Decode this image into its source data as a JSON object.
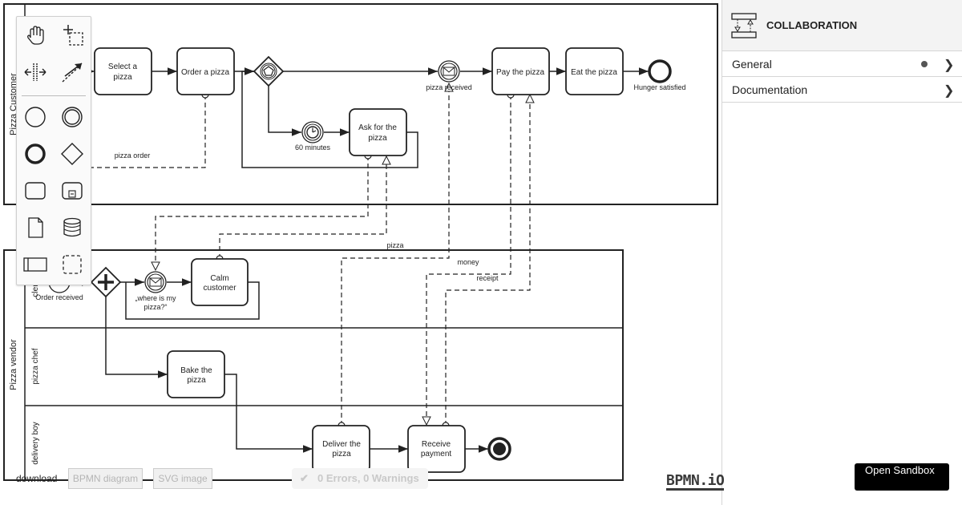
{
  "diagram": {
    "pools": {
      "customer": "Pizza Customer",
      "vendor": "Pizza vendor"
    },
    "lanes": {
      "clerk": "clerk",
      "chef": "pizza chef",
      "delivery": "delivery boy"
    },
    "tasks": {
      "select_pizza": [
        "Select a",
        "pizza"
      ],
      "order_pizza": [
        "Order a pizza"
      ],
      "ask_pizza": [
        "Ask for the",
        "pizza"
      ],
      "pay_pizza": [
        "Pay the pizza"
      ],
      "eat_pizza": [
        "Eat the pizza"
      ],
      "calm_customer": [
        "Calm",
        "customer"
      ],
      "bake_pizza": [
        "Bake the",
        "pizza"
      ],
      "deliver_pizza": [
        "Deliver the",
        "pizza"
      ],
      "receive_payment": [
        "Receive",
        "payment"
      ]
    },
    "events": {
      "pizza_received": "pizza received",
      "hunger_satisfied": "Hunger satisfied",
      "timer_60": "60 minutes",
      "order_received": "Order received",
      "where_is_pizza": [
        "„where is my",
        "pizza?“"
      ]
    },
    "message_flows": {
      "pizza_order": "pizza order",
      "pizza": "pizza",
      "money": "money",
      "receipt": "receipt"
    }
  },
  "palette": {
    "tools": [
      "hand-tool",
      "lasso-tool",
      "space-tool",
      "connect-tool",
      "start-event",
      "intermediate-event",
      "end-event",
      "gateway",
      "task",
      "subprocess",
      "data-object",
      "data-store",
      "pool",
      "group"
    ]
  },
  "properties_panel": {
    "title": "COLLABORATION",
    "groups": [
      {
        "label": "General",
        "has_entries": true
      },
      {
        "label": "Documentation",
        "has_entries": false
      }
    ]
  },
  "footer": {
    "download_label": "download",
    "bpmn_button": "BPMN diagram",
    "svg_button": "SVG image",
    "lint_status": "0 Errors, 0 Warnings",
    "brand": "BPMN.iO",
    "sandbox_button": "Open Sandbox"
  },
  "colors": {
    "stroke": "#222222",
    "panel_header_bg": "#f3f3f3",
    "sandbox_bg": "#000000"
  }
}
